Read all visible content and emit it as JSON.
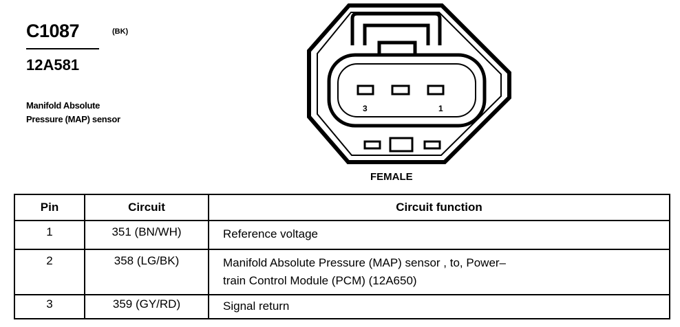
{
  "connector": {
    "id": "C1087",
    "color_code": "(BK)",
    "part_number": "12A581",
    "description_line1": "Manifold Absolute",
    "description_line2": "Pressure (MAP) sensor"
  },
  "diagram": {
    "gender_label": "FEMALE",
    "pin_label_left": "3",
    "pin_label_right": "1"
  },
  "table": {
    "headers": [
      "Pin",
      "Circuit",
      "Circuit function"
    ],
    "rows": [
      {
        "pin": "1",
        "circuit": "351 (BN/WH)",
        "function_line1": "Reference voltage",
        "function_line2": ""
      },
      {
        "pin": "2",
        "circuit": "358 (LG/BK)",
        "function_line1": "Manifold Absolute Pressure (MAP) sensor , to, Power–",
        "function_line2": "train Control Module (PCM) (12A650)"
      },
      {
        "pin": "3",
        "circuit": "359 (GY/RD)",
        "function_line1": "Signal return",
        "function_line2": ""
      }
    ]
  }
}
